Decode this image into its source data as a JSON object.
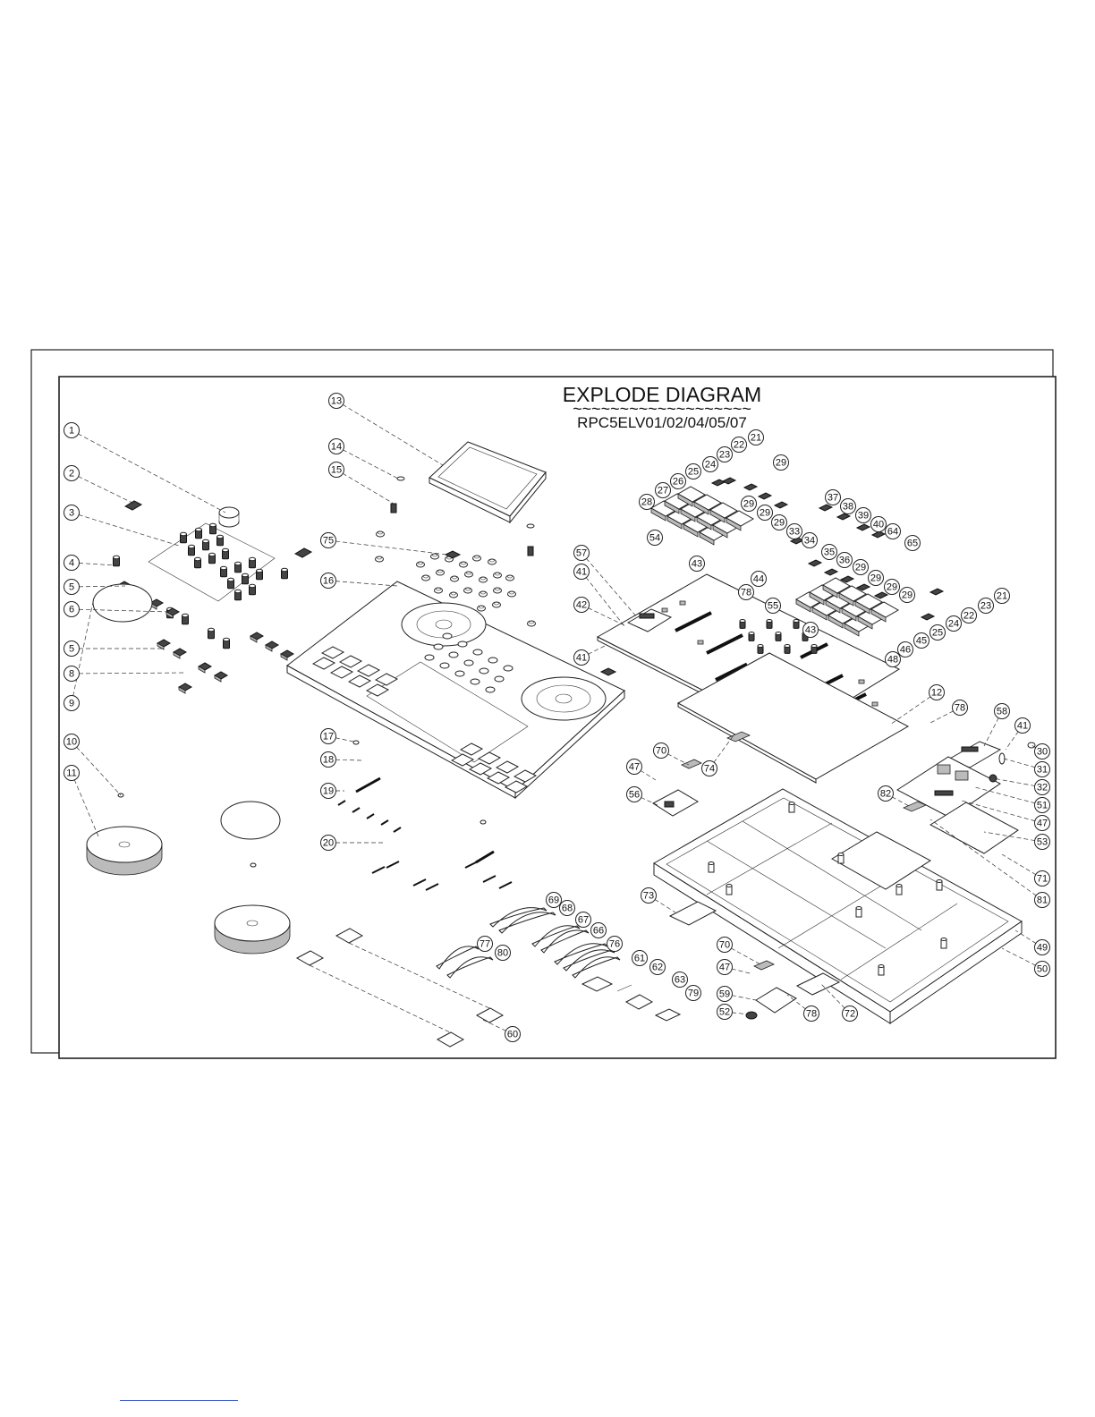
{
  "diagram": {
    "title": "EXPLODE DIAGRAM",
    "title_underline": "~~~~~~~~~~~~~~~~~~~",
    "model": "RPC5ELV01/02/04/05/07"
  },
  "callouts": [
    {
      "id": "c1",
      "label": "1"
    },
    {
      "id": "c2",
      "label": "2"
    },
    {
      "id": "c3",
      "label": "3"
    },
    {
      "id": "c4",
      "label": "4"
    },
    {
      "id": "c5a",
      "label": "5"
    },
    {
      "id": "c6",
      "label": "6"
    },
    {
      "id": "c5b",
      "label": "5"
    },
    {
      "id": "c8",
      "label": "8"
    },
    {
      "id": "c9",
      "label": "9"
    },
    {
      "id": "c10",
      "label": "10"
    },
    {
      "id": "c11",
      "label": "11"
    },
    {
      "id": "c13",
      "label": "13"
    },
    {
      "id": "c14",
      "label": "14"
    },
    {
      "id": "c15",
      "label": "15"
    },
    {
      "id": "c75",
      "label": "75"
    },
    {
      "id": "c16",
      "label": "16"
    },
    {
      "id": "c17",
      "label": "17"
    },
    {
      "id": "c18",
      "label": "18"
    },
    {
      "id": "c19",
      "label": "19"
    },
    {
      "id": "c20",
      "label": "20"
    },
    {
      "id": "c21a",
      "label": "21"
    },
    {
      "id": "c22a",
      "label": "22"
    },
    {
      "id": "c23a",
      "label": "23"
    },
    {
      "id": "c24a",
      "label": "24"
    },
    {
      "id": "c29a",
      "label": "29"
    },
    {
      "id": "c25a",
      "label": "25"
    },
    {
      "id": "c26",
      "label": "26"
    },
    {
      "id": "c27",
      "label": "27"
    },
    {
      "id": "c28",
      "label": "28"
    },
    {
      "id": "c29b",
      "label": "29"
    },
    {
      "id": "c29c",
      "label": "29"
    },
    {
      "id": "c29d",
      "label": "29"
    },
    {
      "id": "c33",
      "label": "33"
    },
    {
      "id": "c34",
      "label": "34"
    },
    {
      "id": "c54",
      "label": "54"
    },
    {
      "id": "c43a",
      "label": "43"
    },
    {
      "id": "c37",
      "label": "37"
    },
    {
      "id": "c38",
      "label": "38"
    },
    {
      "id": "c39",
      "label": "39"
    },
    {
      "id": "c40",
      "label": "40"
    },
    {
      "id": "c64",
      "label": "64"
    },
    {
      "id": "c65",
      "label": "65"
    },
    {
      "id": "c57",
      "label": "57"
    },
    {
      "id": "c41a",
      "label": "41"
    },
    {
      "id": "c44",
      "label": "44"
    },
    {
      "id": "c35",
      "label": "35"
    },
    {
      "id": "c36",
      "label": "36"
    },
    {
      "id": "c29e",
      "label": "29"
    },
    {
      "id": "c29f",
      "label": "29"
    },
    {
      "id": "c29g",
      "label": "29"
    },
    {
      "id": "c29h",
      "label": "29"
    },
    {
      "id": "c21b",
      "label": "21"
    },
    {
      "id": "c23b",
      "label": "23"
    },
    {
      "id": "c24b",
      "label": "24"
    },
    {
      "id": "c22b",
      "label": "22"
    },
    {
      "id": "c25b",
      "label": "25"
    },
    {
      "id": "c45",
      "label": "45"
    },
    {
      "id": "c46",
      "label": "46"
    },
    {
      "id": "c48",
      "label": "48"
    },
    {
      "id": "c43b",
      "label": "43"
    },
    {
      "id": "c55",
      "label": "55"
    },
    {
      "id": "c78a",
      "label": "78"
    },
    {
      "id": "c42",
      "label": "42"
    },
    {
      "id": "c41b",
      "label": "41"
    },
    {
      "id": "c12",
      "label": "12"
    },
    {
      "id": "c78b",
      "label": "78"
    },
    {
      "id": "c58",
      "label": "58"
    },
    {
      "id": "c41c",
      "label": "41"
    },
    {
      "id": "c30",
      "label": "30"
    },
    {
      "id": "c31",
      "label": "31"
    },
    {
      "id": "c32",
      "label": "32"
    },
    {
      "id": "c51",
      "label": "51"
    },
    {
      "id": "c47a",
      "label": "47"
    },
    {
      "id": "c53",
      "label": "53"
    },
    {
      "id": "c71",
      "label": "71"
    },
    {
      "id": "c81",
      "label": "81"
    },
    {
      "id": "c49",
      "label": "49"
    },
    {
      "id": "c50",
      "label": "50"
    },
    {
      "id": "c70a",
      "label": "70"
    },
    {
      "id": "c74",
      "label": "74"
    },
    {
      "id": "c47b",
      "label": "47"
    },
    {
      "id": "c56",
      "label": "56"
    },
    {
      "id": "c82",
      "label": "82"
    },
    {
      "id": "c73",
      "label": "73"
    },
    {
      "id": "c69",
      "label": "69"
    },
    {
      "id": "c68",
      "label": "68"
    },
    {
      "id": "c67",
      "label": "67"
    },
    {
      "id": "c66",
      "label": "66"
    },
    {
      "id": "c76",
      "label": "76"
    },
    {
      "id": "c77",
      "label": "77"
    },
    {
      "id": "c80",
      "label": "80"
    },
    {
      "id": "c61",
      "label": "61"
    },
    {
      "id": "c62",
      "label": "62"
    },
    {
      "id": "c63",
      "label": "63"
    },
    {
      "id": "c79",
      "label": "79"
    },
    {
      "id": "c70b",
      "label": "70"
    },
    {
      "id": "c47c",
      "label": "47"
    },
    {
      "id": "c59",
      "label": "59"
    },
    {
      "id": "c52",
      "label": "52"
    },
    {
      "id": "c78c",
      "label": "78"
    },
    {
      "id": "c72",
      "label": "72"
    },
    {
      "id": "c60",
      "label": "60"
    }
  ]
}
